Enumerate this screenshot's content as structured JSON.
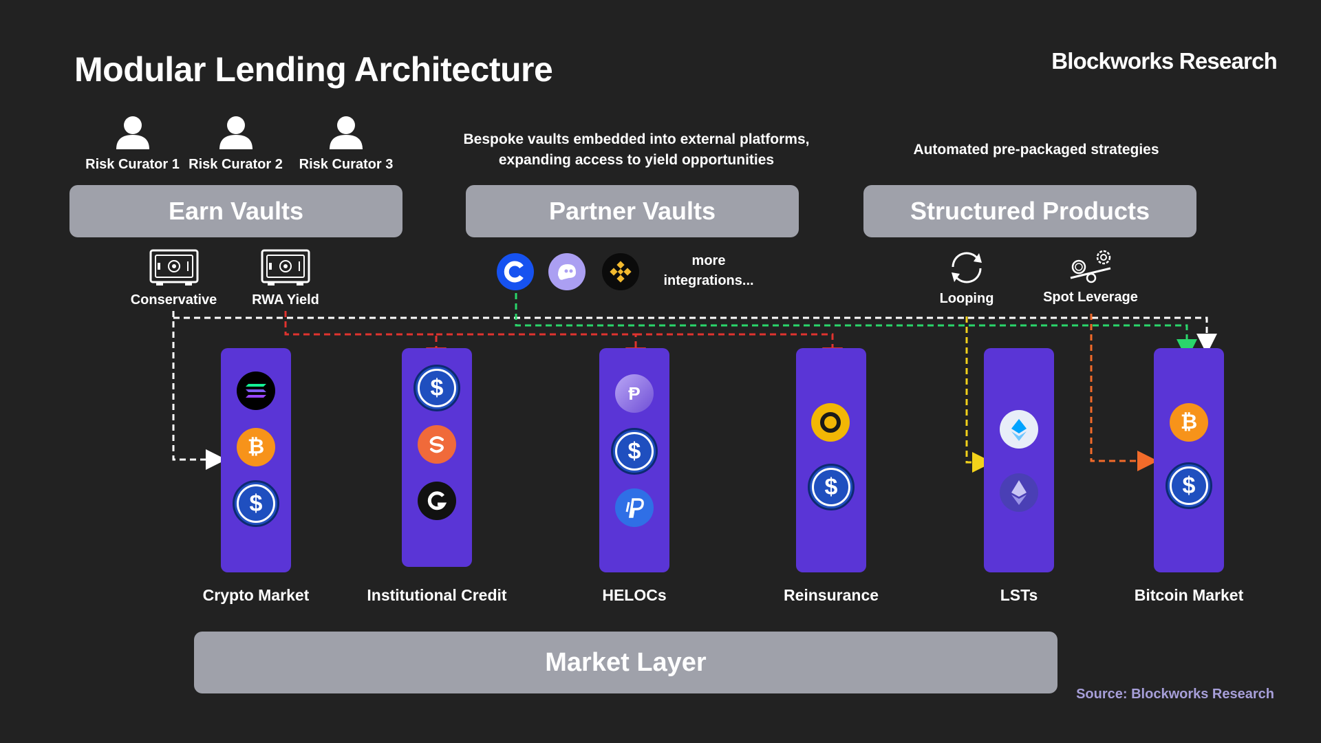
{
  "title": "Modular Lending Architecture",
  "brand": "Blockworks Research",
  "source": "Source: Blockworks Research",
  "curators": [
    "Risk Curator 1",
    "Risk Curator 2",
    "Risk Curator 3"
  ],
  "earn_vaults": {
    "label": "Earn Vaults",
    "vaults": [
      "Conservative",
      "RWA Yield"
    ]
  },
  "partner_vaults": {
    "label": "Partner Vaults",
    "description_line1": "Bespoke vaults embedded into external platforms,",
    "description_line2": "expanding access to yield opportunities",
    "more_line1": "more",
    "more_line2": "integrations..."
  },
  "structured_products": {
    "label": "Structured Products",
    "description": "Automated pre-packaged strategies",
    "strategies": [
      "Looping",
      "Spot Leverage"
    ]
  },
  "markets": {
    "crypto": "Crypto Market",
    "institutional": "Institutional Credit",
    "helocs": "HELOCs",
    "reinsurance": "Reinsurance",
    "lsts": "LSTs",
    "bitcoin": "Bitcoin Market"
  },
  "market_layer": "Market Layer",
  "glyphs": {
    "dollar": "$",
    "bitcoin": "₿"
  },
  "colors": {
    "background": "#222222",
    "bar_gray": "#9fa1aa",
    "column_purple": "#5a35d6",
    "arrow_white": "#ffffff",
    "arrow_red": "#e0332f",
    "arrow_green": "#2ad66b",
    "arrow_yellow": "#f2d21b",
    "arrow_orange": "#f26b2a"
  }
}
